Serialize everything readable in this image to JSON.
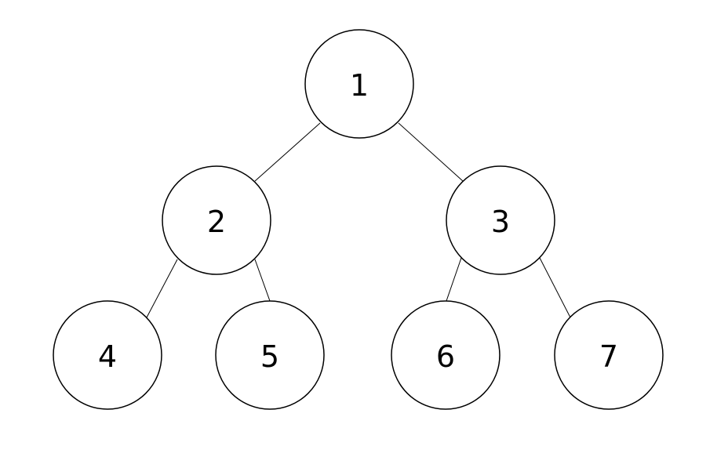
{
  "diagram": {
    "type": "binary-tree",
    "nodes": [
      {
        "id": "n1",
        "label": "1"
      },
      {
        "id": "n2",
        "label": "2"
      },
      {
        "id": "n3",
        "label": "3"
      },
      {
        "id": "n4",
        "label": "4"
      },
      {
        "id": "n5",
        "label": "5"
      },
      {
        "id": "n6",
        "label": "6"
      },
      {
        "id": "n7",
        "label": "7"
      }
    ],
    "edges": [
      {
        "from": "n1",
        "to": "n2"
      },
      {
        "from": "n1",
        "to": "n3"
      },
      {
        "from": "n2",
        "to": "n4"
      },
      {
        "from": "n2",
        "to": "n5"
      },
      {
        "from": "n3",
        "to": "n6"
      },
      {
        "from": "n3",
        "to": "n7"
      }
    ],
    "colors": {
      "stroke": "#000000",
      "fill": "#ffffff",
      "text": "#000000"
    }
  }
}
